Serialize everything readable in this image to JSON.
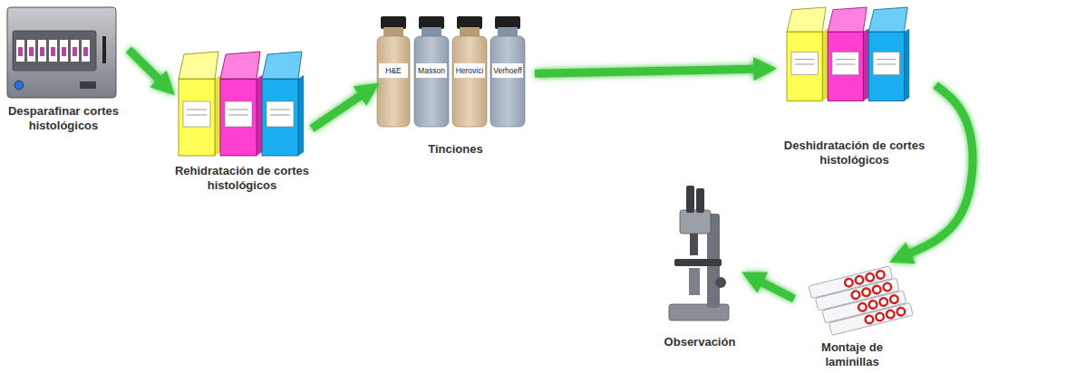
{
  "diagram": {
    "nodes": [
      {
        "text": [
          "Desparafinar cortes histológicos"
        ]
      },
      {
        "text": [
          "Rehidratación de cortes histológicos"
        ]
      },
      {
        "text": [
          "Tinciones"
        ]
      },
      {
        "text": [
          "Deshidratación de cortes histológicos"
        ]
      },
      {
        "text": [
          "Montaje de laminillas"
        ]
      },
      {
        "text": [
          "Observación"
        ]
      }
    ],
    "edges": [
      {
        "from": 0,
        "to": 1,
        "arrow": "to"
      },
      {
        "from": 1,
        "to": 2,
        "arrow": "to"
      },
      {
        "from": 2,
        "to": 3,
        "arrow": "to"
      },
      {
        "from": 3,
        "to": 4,
        "arrow": "to"
      },
      {
        "from": 4,
        "to": 5,
        "arrow": "to"
      }
    ],
    "labels": [
      "H&E",
      "Masson",
      "Herovici",
      "Verhoeff"
    ]
  }
}
